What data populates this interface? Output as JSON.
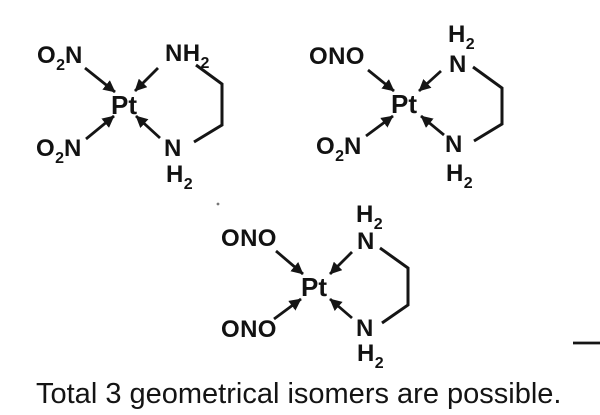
{
  "caption": "Total 3 geometrical isomers are possible.",
  "colors": {
    "ink": "#151515",
    "background": "#ffffff",
    "artifact_gray": "#cfcfcf"
  },
  "structures": {
    "s1": {
      "metal": "Pt",
      "ligand_top_left": {
        "pre": "O",
        "sub": "2",
        "post": "N"
      },
      "ligand_bottom_left": {
        "pre": "O",
        "sub": "2",
        "post": "N"
      },
      "amine_top_right": {
        "pre": "NH",
        "sub": "2"
      },
      "amine_bottom_right_n": "N",
      "amine_bottom_right_h": {
        "pre": "H",
        "sub": "2"
      }
    },
    "s2": {
      "metal": "Pt",
      "ligand_top_left": {
        "pre": "ONO"
      },
      "ligand_bottom_left": {
        "pre": "O",
        "sub": "2",
        "post": "N"
      },
      "amine_top_right_h": {
        "pre": "H",
        "sub": "2"
      },
      "amine_top_right_n": "N",
      "amine_bottom_right_n": "N",
      "amine_bottom_right_h": {
        "pre": "H",
        "sub": "2"
      }
    },
    "s3": {
      "metal": "Pt",
      "ligand_top_left": {
        "pre": "ONO"
      },
      "ligand_bottom_left": {
        "pre": "ONO"
      },
      "amine_top_right_h": {
        "pre": "H",
        "sub": "2"
      },
      "amine_top_right_n": "N",
      "amine_bottom_right_n": "N",
      "amine_bottom_right_h": {
        "pre": "H",
        "sub": "2"
      }
    }
  }
}
